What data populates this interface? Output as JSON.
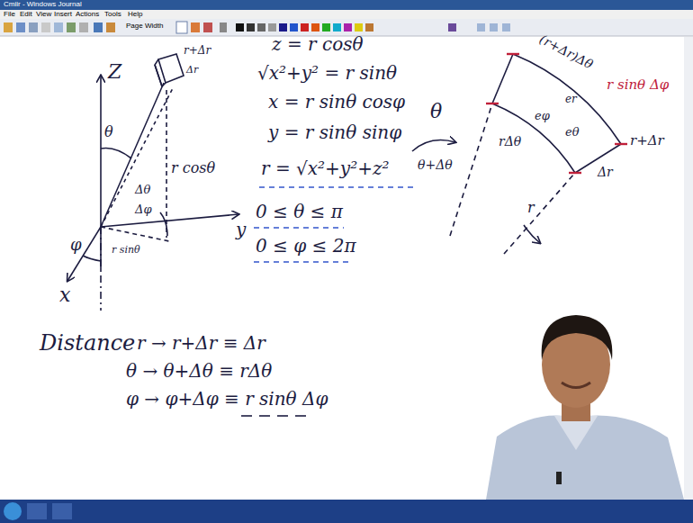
{
  "diagram": {
    "labels": [
      "Cmiir - Windows Journal",
      "File",
      "Edit",
      "View",
      "Insert",
      "Actions",
      "Tools",
      "Help",
      "Page Width",
      "Z",
      "y",
      "x",
      "θ",
      "Δθ",
      "r+Δr",
      "Δr",
      "r cosθ",
      "Δφ",
      "φ",
      "r sinθ",
      "z = r cosθ",
      "√x²+y² = r sinθ",
      "x = r sinθ cosφ",
      "y = r sinθ sinφ",
      "r = √x²+y²+z²",
      "0 ≤ θ ≤ π",
      "0 ≤ φ ≤ 2π",
      "(r+Δr)Δθ",
      "eφ",
      "er",
      "eθ",
      "r sinθ Δφ",
      "r+Δr",
      "rΔθ",
      "Δr",
      "θ+Δθ",
      "r",
      "θ",
      "Distance",
      "r → r+Δr ≡ Δr",
      "θ → θ+Δθ ≡ rΔθ",
      "φ → φ+Δφ ≡ r sinθ Δφ"
    ]
  }
}
